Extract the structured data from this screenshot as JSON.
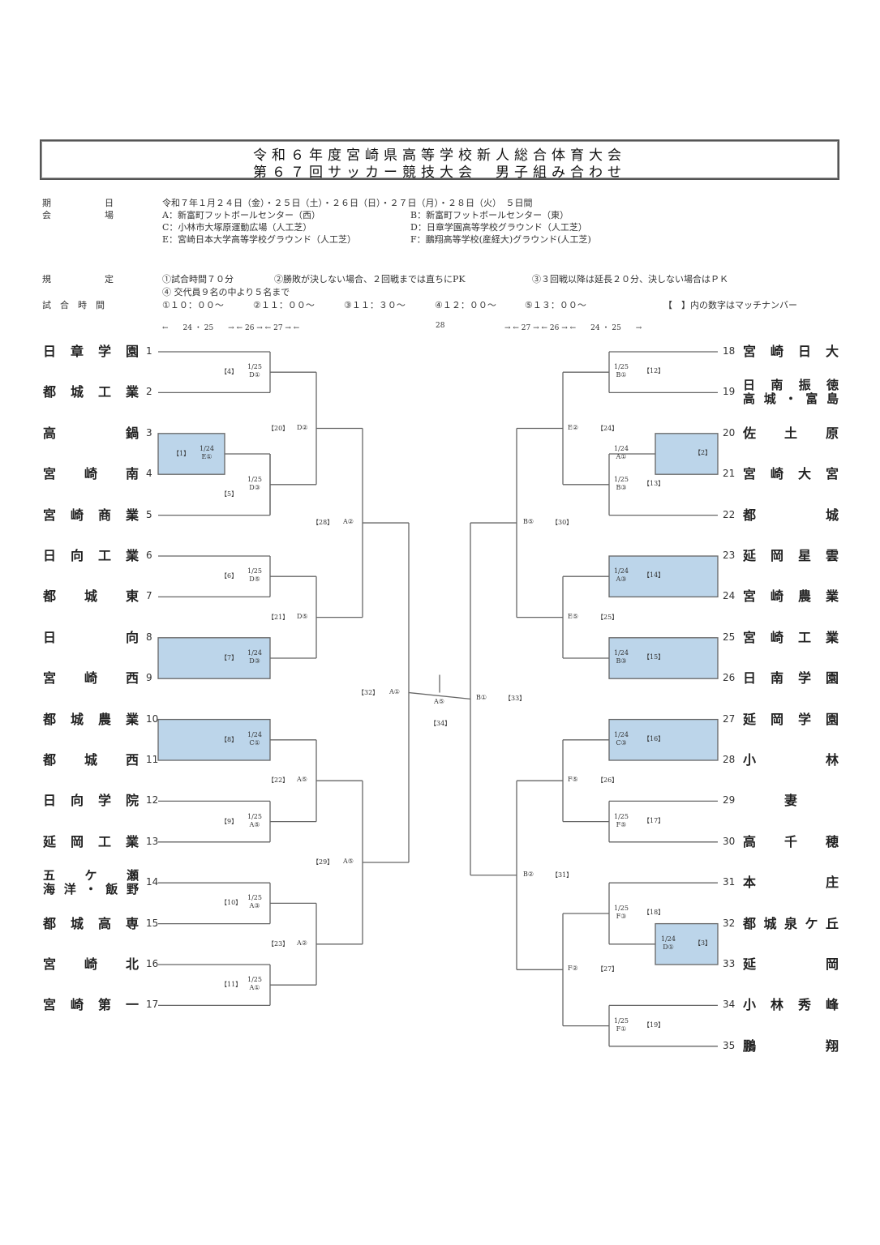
{
  "header": {
    "title_line1": "令和６年度宮崎県高等学校新人総合体育大会",
    "title_line2": "第６７回サッカー競技大会　男子組み合わせ"
  },
  "info": {
    "period_label": "期　　　　　　日",
    "period_value": "令和７年１月２４日（金）・２５日（土）・２６日（日）・２７日（月）・２８日（火）　５日間",
    "venue_label": "会　　　　　　場",
    "venues": [
      "A：新富町フットボールセンター（西）",
      "B：新富町フットボールセンター（東）",
      "C：小林市大塚原運動広場（人工芝）",
      "D：日章学園高等学校グラウンド（人工芝）",
      "E：宮崎日本大学高等学校グラウンド（人工芝）",
      "F：鵬翔高等学校(産経大)グラウンド(人工芝)"
    ],
    "rules_label": "規　　　　　　定",
    "rules": [
      "①試合時間７０分",
      "②勝敗が決しない場合、２回戦までは直ちにPK",
      "③３回戦以降は延長２０分、決しない場合はＰＫ",
      "④ 交代員９名の中より５名まで"
    ],
    "times_label": "試　合　時　間",
    "times": [
      "①１０：００～",
      "②１１：００～",
      "③１１：３０～",
      "④１２：００～",
      "⑤１３：００～"
    ],
    "note": "【　】内の数字はマッチナンバー",
    "date_row_left": "←　　24 ・ 25　　→ ← 26 → ← 27 → ←",
    "date_row_center": "28",
    "date_row_right": "→ ← 27 → ← 26 → ←　　24 ・ 25　　→"
  },
  "teams_left": [
    {
      "seed": "1",
      "name": [
        "日",
        "章",
        "学",
        "園"
      ]
    },
    {
      "seed": "2",
      "name": [
        "都",
        "城",
        "工",
        "業"
      ]
    },
    {
      "seed": "3",
      "name": [
        "高",
        "鍋"
      ]
    },
    {
      "seed": "4",
      "name": [
        "宮",
        "崎",
        "南"
      ]
    },
    {
      "seed": "5",
      "name": [
        "宮",
        "崎",
        "商",
        "業"
      ]
    },
    {
      "seed": "6",
      "name": [
        "日",
        "向",
        "工",
        "業"
      ]
    },
    {
      "seed": "7",
      "name": [
        "都",
        "城",
        "東"
      ]
    },
    {
      "seed": "8",
      "name": [
        "日",
        "向"
      ]
    },
    {
      "seed": "9",
      "name": [
        "宮",
        "崎",
        "西"
      ]
    },
    {
      "seed": "10",
      "name": [
        "都",
        "城",
        "農",
        "業"
      ]
    },
    {
      "seed": "11",
      "name": [
        "都",
        "城",
        "西"
      ]
    },
    {
      "seed": "12",
      "name": [
        "日",
        "向",
        "学",
        "院"
      ]
    },
    {
      "seed": "13",
      "name": [
        "延",
        "岡",
        "工",
        "業"
      ]
    },
    {
      "seed": "14",
      "name": [
        "五",
        "ケ",
        "瀬"
      ],
      "name2": [
        "海",
        "洋",
        "・",
        "飯",
        "野"
      ]
    },
    {
      "seed": "15",
      "name": [
        "都",
        "城",
        "高",
        "専"
      ]
    },
    {
      "seed": "16",
      "name": [
        "宮",
        "崎",
        "北"
      ]
    },
    {
      "seed": "17",
      "name": [
        "宮",
        "崎",
        "第",
        "一"
      ]
    }
  ],
  "teams_right": [
    {
      "seed": "18",
      "name": [
        "宮",
        "崎",
        "日",
        "大"
      ]
    },
    {
      "seed": "19",
      "name": [
        "日",
        "南",
        "振",
        "徳"
      ],
      "name2": [
        "高",
        "城",
        "・",
        "富",
        "島"
      ]
    },
    {
      "seed": "20",
      "name": [
        "佐",
        "土",
        "原"
      ]
    },
    {
      "seed": "21",
      "name": [
        "宮",
        "崎",
        "大",
        "宮"
      ]
    },
    {
      "seed": "22",
      "name": [
        "都",
        "城"
      ]
    },
    {
      "seed": "23",
      "name": [
        "延",
        "岡",
        "星",
        "雲"
      ]
    },
    {
      "seed": "24",
      "name": [
        "宮",
        "崎",
        "農",
        "業"
      ]
    },
    {
      "seed": "25",
      "name": [
        "宮",
        "崎",
        "工",
        "業"
      ]
    },
    {
      "seed": "26",
      "name": [
        "日",
        "南",
        "学",
        "園"
      ]
    },
    {
      "seed": "27",
      "name": [
        "延",
        "岡",
        "学",
        "園"
      ]
    },
    {
      "seed": "28",
      "name": [
        "小",
        "林"
      ]
    },
    {
      "seed": "29",
      "name": [
        "",
        "妻",
        ""
      ]
    },
    {
      "seed": "30",
      "name": [
        "高",
        "千",
        "穂"
      ]
    },
    {
      "seed": "31",
      "name": [
        "本",
        "庄"
      ]
    },
    {
      "seed": "32",
      "name": [
        "都",
        "城",
        "泉",
        "ケ",
        "丘"
      ]
    },
    {
      "seed": "33",
      "name": [
        "延",
        "岡"
      ]
    },
    {
      "seed": "34",
      "name": [
        "小",
        "林",
        "秀",
        "峰"
      ]
    },
    {
      "seed": "35",
      "name": [
        "鵬",
        "翔"
      ]
    }
  ],
  "matches": [
    {
      "no": "【1】",
      "date": "1/24",
      "slot": "E①"
    },
    {
      "no": "【2】",
      "date": "1/24",
      "slot": "A①"
    },
    {
      "no": "【3】",
      "date": "1/24",
      "slot": "D①"
    },
    {
      "no": "【4】",
      "date": "1/25",
      "slot": "D①"
    },
    {
      "no": "【5】",
      "date": "1/25",
      "slot": "D③"
    },
    {
      "no": "【6】",
      "date": "1/25",
      "slot": "D⑤"
    },
    {
      "no": "【7】",
      "date": "1/24",
      "slot": "D③"
    },
    {
      "no": "【8】",
      "date": "1/24",
      "slot": "C①"
    },
    {
      "no": "【9】",
      "date": "1/25",
      "slot": "A⑤"
    },
    {
      "no": "【10】",
      "date": "1/25",
      "slot": "A③"
    },
    {
      "no": "【11】",
      "date": "1/25",
      "slot": "A①"
    },
    {
      "no": "【12】",
      "date": "1/25",
      "slot": "B①"
    },
    {
      "no": "【13】",
      "date": "1/25",
      "slot": "B③"
    },
    {
      "no": "【14】",
      "date": "1/24",
      "slot": "A③"
    },
    {
      "no": "【15】",
      "date": "1/24",
      "slot": "B③"
    },
    {
      "no": "【16】",
      "date": "1/24",
      "slot": "C③"
    },
    {
      "no": "【17】",
      "date": "1/25",
      "slot": "F⑤"
    },
    {
      "no": "【18】",
      "date": "1/25",
      "slot": "F③"
    },
    {
      "no": "【19】",
      "date": "1/25",
      "slot": "F①"
    },
    {
      "no": "【20】",
      "slot": "D②"
    },
    {
      "no": "【21】",
      "slot": "D⑤"
    },
    {
      "no": "【22】",
      "slot": "A⑤"
    },
    {
      "no": "【23】",
      "slot": "A②"
    },
    {
      "no": "【24】",
      "slot": "E②"
    },
    {
      "no": "【25】",
      "slot": "E⑤"
    },
    {
      "no": "【26】",
      "slot": "F⑤"
    },
    {
      "no": "【27】",
      "slot": "F②"
    },
    {
      "no": "【28】",
      "slot": "A②"
    },
    {
      "no": "【29】",
      "slot": "A⑤"
    },
    {
      "no": "【30】",
      "slot": "B⑤"
    },
    {
      "no": "【31】",
      "slot": "B②"
    },
    {
      "no": "【32】",
      "slot": "A①"
    },
    {
      "no": "【33】",
      "slot": "B①"
    },
    {
      "no": "【34】",
      "slot": "A⑤"
    }
  ],
  "colors": {
    "highlight": "#bcd5ea",
    "line": "#666666"
  }
}
